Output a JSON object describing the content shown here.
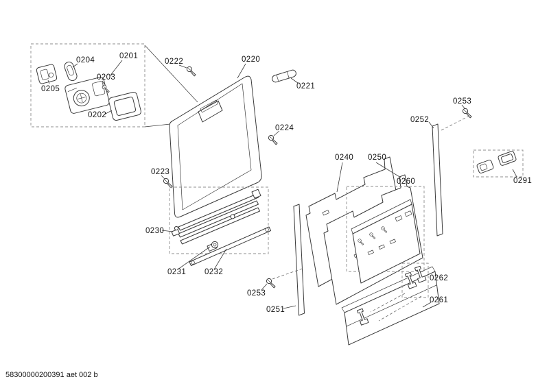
{
  "meta": {
    "footer_code": "58300000200391 aet 002 b"
  },
  "colors": {
    "ink": "#3a3a3a",
    "dashed_callout": "#8c8c8c",
    "label_text": "#141414",
    "background": "#ffffff"
  },
  "labels": {
    "p0201": "0201",
    "p0202": "0202",
    "p0203": "0203",
    "p0204": "0204",
    "p0205": "0205",
    "p0220": "0220",
    "p0221": "0221",
    "p0222": "0222",
    "p0223": "0223",
    "p0224": "0224",
    "p0230": "0230",
    "p0231": "0231",
    "p0232": "0232",
    "p0240": "0240",
    "p0250": "0250",
    "p0251": "0251",
    "p0252": "0252",
    "p0253": "0253",
    "p0260": "0260",
    "p0261": "0261",
    "p0262": "0262",
    "p0291": "0291"
  }
}
